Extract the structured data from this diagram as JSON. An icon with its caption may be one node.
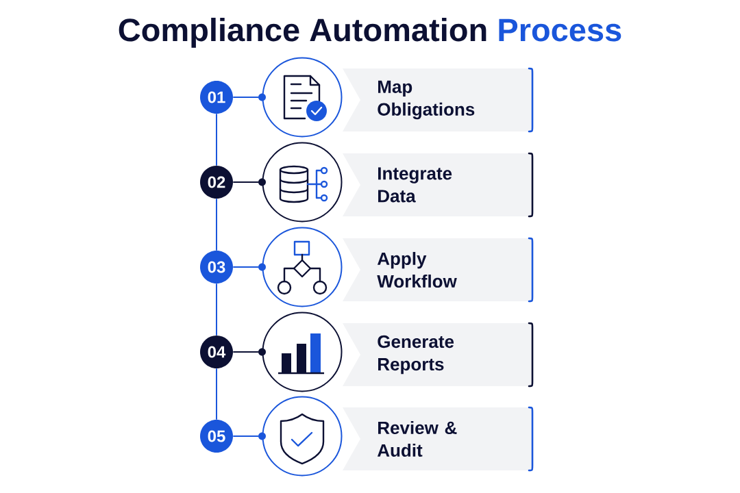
{
  "diagram": {
    "title": "Compliance Automation Process",
    "nodes": [
      {
        "text": [
          "01"
        ]
      },
      {
        "text": [],
        "shape": "circle"
      },
      {
        "text": [
          "Map Obligations"
        ]
      },
      {
        "text": [
          "02"
        ]
      },
      {
        "text": [],
        "shape": "circle"
      },
      {
        "text": [
          "Integrate Data"
        ]
      },
      {
        "text": [
          "03"
        ]
      },
      {
        "text": [],
        "shape": "circle"
      },
      {
        "text": [
          "Apply Workflow"
        ]
      },
      {
        "text": [
          "04"
        ]
      },
      {
        "text": [],
        "shape": "circle"
      },
      {
        "text": [
          "Generate Reports"
        ]
      },
      {
        "text": [
          "05"
        ]
      },
      {
        "text": [],
        "shape": "circle"
      },
      {
        "text": [
          "Review & Audit"
        ]
      }
    ],
    "edges": [
      {
        "from": 0,
        "to": 1,
        "arrow": "none"
      },
      {
        "from": 0,
        "to": 3,
        "arrow": "none"
      },
      {
        "from": 3,
        "to": 4,
        "arrow": "none",
        "color": "#0c1033"
      },
      {
        "from": 3,
        "to": 6,
        "arrow": "none"
      },
      {
        "from": 6,
        "to": 7,
        "arrow": "none"
      },
      {
        "from": 6,
        "to": 9,
        "arrow": "none"
      },
      {
        "from": 9,
        "to": 10,
        "arrow": "none",
        "color": "#0c1033"
      },
      {
        "from": 9,
        "to": 12,
        "arrow": "none"
      },
      {
        "from": 12,
        "to": 13,
        "arrow": "none"
      }
    ]
  }
}
